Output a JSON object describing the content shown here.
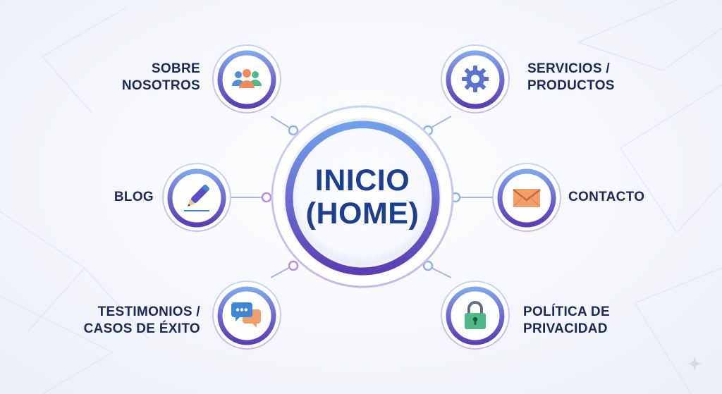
{
  "center": {
    "line1": "INICIO",
    "line2": "(HOME)"
  },
  "nodes": {
    "about": {
      "line1": "SOBRE",
      "line2": "NOSOTROS",
      "icon": "people-icon"
    },
    "services": {
      "line1": "SERVICIOS /",
      "line2": "PRODUCTOS",
      "icon": "gear-icon"
    },
    "blog": {
      "line1": "BLOG",
      "icon": "pen-icon"
    },
    "contact": {
      "line1": "CONTACTO",
      "icon": "envelope-icon"
    },
    "testimonials": {
      "line1": "TESTIMONIOS /",
      "line2": "CASOS DE ÉXITO",
      "icon": "chat-bubbles-icon"
    },
    "privacy": {
      "line1": "POLÍTICA DE",
      "line2": "PRIVACIDAD",
      "icon": "padlock-icon"
    }
  },
  "colors": {
    "accent_blue": "#1c3f8f",
    "ring_purple": "#6a4fc4",
    "ring_blue": "#7f9ae6",
    "label_text": "#1a2a55"
  }
}
